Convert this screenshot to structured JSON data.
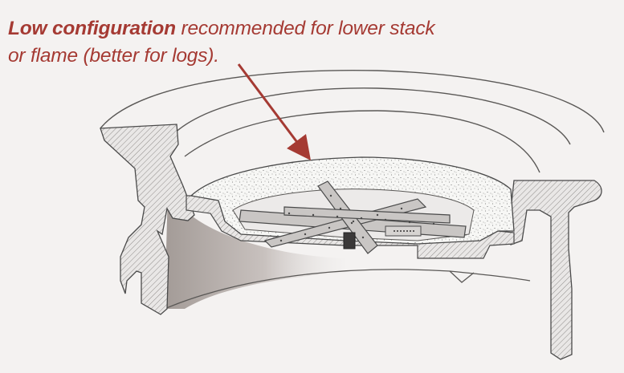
{
  "caption": {
    "highlight": "Low configuration",
    "line1_rest": " recommended for lower stack",
    "line2": "or flame (better for logs)."
  },
  "colors": {
    "caption": "#a53a33",
    "arrow": "#a53a33",
    "background": "#f4f2f1",
    "outline": "#4a4a4a",
    "media": "#f7f7f5",
    "burner": "#c9c6c4",
    "shadow": "#a7a09c"
  }
}
